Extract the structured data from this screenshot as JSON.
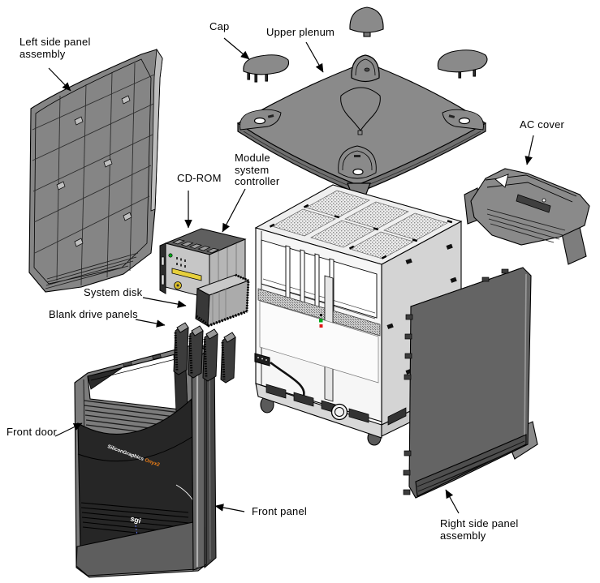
{
  "diagram": {
    "labels": {
      "left_side_panel": "Left side panel\nassembly",
      "cap": "Cap",
      "upper_plenum": "Upper plenum",
      "ac_cover": "AC cover",
      "cdrom": "CD-ROM",
      "module_system_controller": "Module\nsystem\ncontroller",
      "system_disk": "System disk",
      "blank_drive_panels": "Blank drive panels",
      "front_door": "Front door",
      "front_panel": "Front panel",
      "right_side_panel": "Right side panel\nassembly"
    },
    "branding": {
      "logo_primary": "SiliconGraphics",
      "logo_accent": "Onyx2",
      "logo_small": "sgi"
    },
    "colors": {
      "line": "#000000",
      "part_gray": "#8a8a8a",
      "panel_dark": "#2a2a2a",
      "chassis_light": "#d9d9d9",
      "accent_orange": "#f08018",
      "led_green": "#00a819",
      "led_red": "#e01818",
      "cd_yellow": "#e6cf3c",
      "dash_blue": "#5566cc",
      "background": "#ffffff"
    }
  }
}
